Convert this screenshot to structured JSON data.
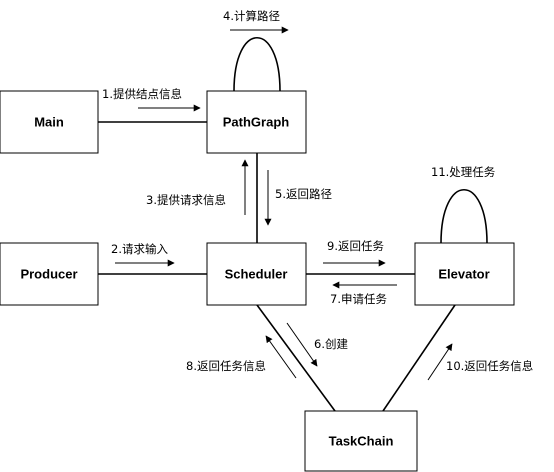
{
  "nodes": {
    "main": "Main",
    "pathgraph": "PathGraph",
    "producer": "Producer",
    "scheduler": "Scheduler",
    "elevator": "Elevator",
    "taskchain": "TaskChain"
  },
  "edges": {
    "e1": "1.提供结点信息",
    "e2": "2.请求输入",
    "e3": "3.提供请求信息",
    "e4": "4.计算路径",
    "e5": "5.返回路径",
    "e6": "6.创建",
    "e7": "7.申请任务",
    "e8": "8.返回任务信息",
    "e9": "9.返回任务",
    "e10": "10.返回任务信息",
    "e11": "11.处理任务"
  }
}
